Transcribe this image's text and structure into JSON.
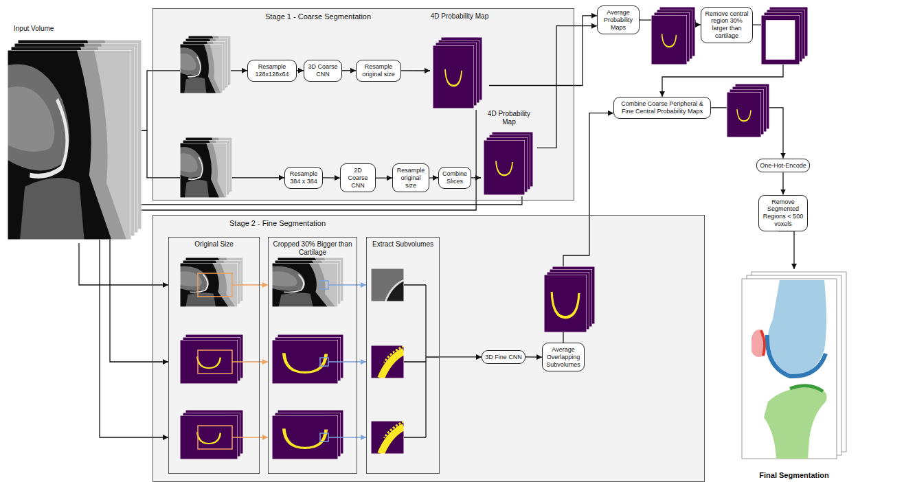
{
  "diagram": {
    "nodes": [
      {
        "text": [
          "Input Volume"
        ]
      },
      {
        "text": [
          "Stage 1 - Coarse Segmentation"
        ]
      },
      {
        "text": [
          "Resample 128x128x64"
        ],
        "in": 1
      },
      {
        "text": [
          "3D Coarse CNN"
        ],
        "in": 1
      },
      {
        "text": [
          "Resample original size"
        ],
        "in": 1
      },
      {
        "text": [
          "4D Probability Map"
        ],
        "in": 1
      },
      {
        "text": [
          "Resample 384 x 384"
        ],
        "in": 1
      },
      {
        "text": [
          "2D Coarse CNN"
        ],
        "in": 1
      },
      {
        "text": [
          "Resample original size"
        ],
        "in": 1
      },
      {
        "text": [
          "Combine Slices"
        ],
        "in": 1
      },
      {
        "text": [
          "4D Probability Map"
        ],
        "in": 1
      },
      {
        "text": [
          "Average Probability Maps"
        ]
      },
      {
        "text": [
          "Remove central region 30% larger than cartilage"
        ]
      },
      {
        "text": [
          "Combine Coarse Peripheral & Fine Central Probability Maps"
        ]
      },
      {
        "text": [
          "Stage 2 - Fine Segmentation"
        ]
      },
      {
        "text": [
          "Original Size"
        ],
        "in": 14
      },
      {
        "text": [
          "Cropped 30% Bigger than Cartilage"
        ],
        "in": 14
      },
      {
        "text": [
          "Extract Subvolumes"
        ],
        "in": 14
      },
      {
        "text": [
          "3D Fine CNN"
        ],
        "in": 14
      },
      {
        "text": [
          "Average Overlapping Subvolumes"
        ],
        "in": 14
      },
      {
        "text": [
          "One-Hot-Encode"
        ]
      },
      {
        "text": [
          "Remove Segmented Regions < 500 voxels"
        ]
      },
      {
        "text": [
          "Final Segmentation"
        ]
      }
    ],
    "edges": [
      {
        "from": 0,
        "to": 2,
        "arrow": "to"
      },
      {
        "from": 0,
        "to": 6,
        "arrow": "to"
      },
      {
        "from": 2,
        "to": 3,
        "arrow": "to"
      },
      {
        "from": 3,
        "to": 4,
        "arrow": "to"
      },
      {
        "from": 4,
        "to": 5,
        "arrow": "to"
      },
      {
        "from": 6,
        "to": 7,
        "arrow": "to"
      },
      {
        "from": 7,
        "to": 8,
        "arrow": "to"
      },
      {
        "from": 8,
        "to": 9,
        "arrow": "to"
      },
      {
        "from": 9,
        "to": 10,
        "arrow": "to"
      },
      {
        "from": 5,
        "to": 11,
        "arrow": "to"
      },
      {
        "from": 10,
        "to": 11,
        "arrow": "to"
      },
      {
        "from": 11,
        "to": 12,
        "arrow": "to"
      },
      {
        "from": 12,
        "to": 13,
        "arrow": "to"
      },
      {
        "from": 0,
        "to": 15,
        "arrow": "to"
      },
      {
        "from": 5,
        "to": 15,
        "arrow": "to"
      },
      {
        "from": 10,
        "to": 15,
        "arrow": "to"
      },
      {
        "from": 15,
        "to": 16,
        "arrow": "to"
      },
      {
        "from": 15,
        "to": 16,
        "arrow": "to"
      },
      {
        "from": 15,
        "to": 16,
        "arrow": "to"
      },
      {
        "from": 16,
        "to": 17,
        "arrow": "to"
      },
      {
        "from": 16,
        "to": 17,
        "arrow": "to"
      },
      {
        "from": 16,
        "to": 17,
        "arrow": "to"
      },
      {
        "from": 17,
        "to": 18,
        "arrow": "to"
      },
      {
        "from": 18,
        "to": 19,
        "arrow": "to"
      },
      {
        "from": 19,
        "to": 13,
        "arrow": "to"
      },
      {
        "from": 13,
        "to": 20,
        "arrow": "to"
      },
      {
        "from": 20,
        "to": 21,
        "arrow": "to"
      },
      {
        "from": 21,
        "to": 22,
        "arrow": "to"
      }
    ]
  }
}
